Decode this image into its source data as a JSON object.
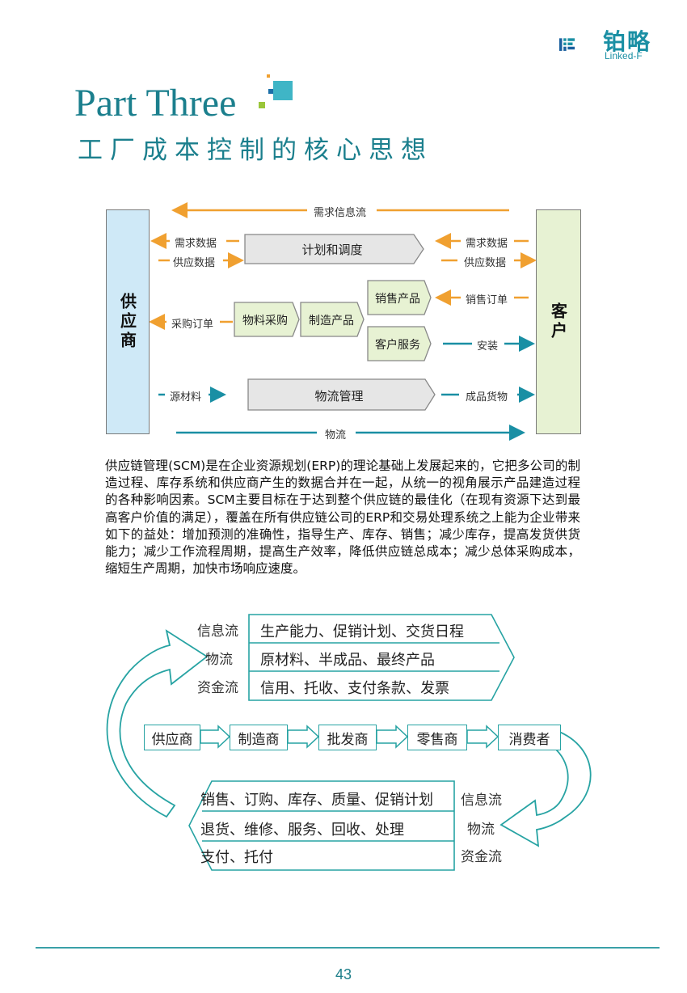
{
  "header": {
    "logo_cn": "铂略",
    "logo_en": "Linked-F",
    "part_title": "Part Three",
    "subtitle": "工厂成本控制的核心思想"
  },
  "diagram1": {
    "supplier": "供应商",
    "customer": "客户",
    "top_flow": "需求信息流",
    "bottom_flow": "物流",
    "left_labels": [
      "需求数据",
      "供应数据",
      "采购订单",
      "源材料"
    ],
    "right_labels": [
      "需求数据",
      "供应数据",
      "销售订单",
      "安装",
      "成品货物"
    ],
    "boxes": {
      "plan": "计划和调度",
      "purchase": "物料采购",
      "manufacture": "制造产品",
      "sales": "销售产品",
      "service": "客户服务",
      "logistics": "物流管理"
    },
    "colors": {
      "orange": "#f0a030",
      "teal": "#1a8fa4",
      "blue_box": "#cfe9f7",
      "green_box": "#e7f2d3"
    }
  },
  "paragraph": "供应链管理(SCM)是在企业资源规划(ERP)的理论基础上发展起来的，它把多公司的制造过程、库存系统和供应商产生的数据合并在一起，从统一的视角展示产品建造过程的各种影响因素。SCM主要目标在于达到整个供应链的最佳化（在现有资源下达到最高客户价值的满足），覆盖在所有供应链公司的ERP和交易处理系统之上能为企业带来如下的益处：增加预测的准确性，指导生产、库存、销售；减少库存，提高发货供货能力；减少工作流程周期，提高生产效率，降低供应链总成本；减少总体采购成本，缩短生产周期，加快市场响应速度。",
  "diagram2": {
    "top_flows": [
      "信息流",
      "物流",
      "资金流"
    ],
    "top_rows": [
      "生产能力、促销计划、交货日程",
      "原材料、半成品、最终产品",
      "信用、托收、支付条款、发票"
    ],
    "chain": [
      "供应商",
      "制造商",
      "批发商",
      "零售商",
      "消费者"
    ],
    "bottom_rows": [
      "销售、订购、库存、质量、促销计划",
      "退货、维修、服务、回收、处理",
      "支付、托付"
    ],
    "bottom_flows": [
      "信息流",
      "物流",
      "资金流"
    ],
    "colors": {
      "teal": "#27a3a3"
    }
  },
  "footer": {
    "page_number": "43"
  }
}
